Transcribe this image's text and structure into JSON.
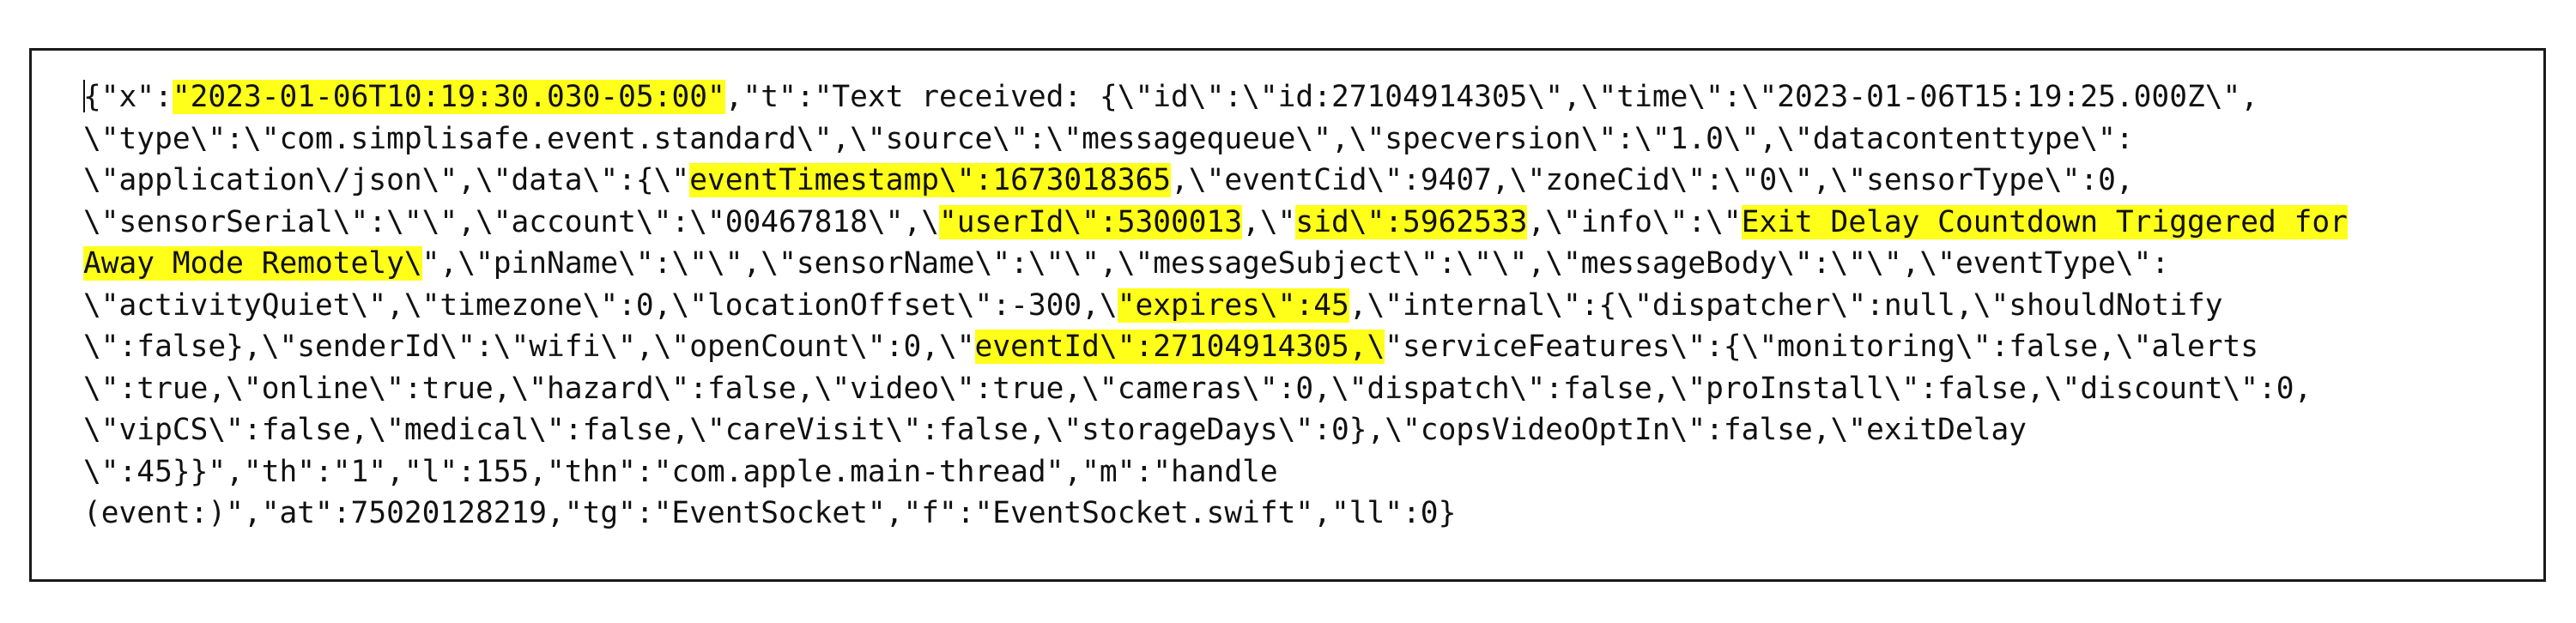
{
  "document": {
    "lines": [
      [
        {
          "text": "{\"x\":"
        },
        {
          "text": "\"2023-01-06T10:19:30.030-05:00\"",
          "highlight": true
        },
        {
          "text": ",\"t\":\"Text received: {\\\"id\\\":\\\"id:27104914305\\\",\\\"time\\\":\\\"2023-01-06T15:19:25.000Z\\\","
        }
      ],
      [
        {
          "text": "\\\"type\\\":\\\"com.simplisafe.event.standard\\\",\\\"source\\\":\\\"messagequeue\\\",\\\"specversion\\\":\\\"1.0\\\",\\\"datacontenttype\\\":"
        }
      ],
      [
        {
          "text": "\\\"application\\/json\\\",\\\"data\\\":{\\\""
        },
        {
          "text": "eventTimestamp\\\":1673018365",
          "highlight": true
        },
        {
          "text": ",\\\"eventCid\\\":9407,\\\"zoneCid\\\":\\\"0\\\",\\\"sensorType\\\":0,"
        }
      ],
      [
        {
          "text": "\\\"sensorSerial\\\":\\\"\\\",\\\"account\\\":\\\"00467818\\\",\\"
        },
        {
          "text": "\"userId\\\":5300013",
          "highlight": true
        },
        {
          "text": ",\\\""
        },
        {
          "text": "sid\\\":5962533",
          "highlight": true
        },
        {
          "text": ",\\\"info\\\":\\\""
        },
        {
          "text": "Exit Delay Countdown Triggered for",
          "highlight": true
        }
      ],
      [
        {
          "text": "Away Mode Remotely\\",
          "highlight": true
        },
        {
          "text": "\",\\\"pinName\\\":\\\"\\\",\\\"sensorName\\\":\\\"\\\",\\\"messageSubject\\\":\\\"\\\",\\\"messageBody\\\":\\\"\\\",\\\"eventType\\\":"
        }
      ],
      [
        {
          "text": "\\\"activityQuiet\\\",\\\"timezone\\\":0,\\\"locationOffset\\\":-300,\\"
        },
        {
          "text": "\"expires\\\":45",
          "highlight": true
        },
        {
          "text": ",\\\"internal\\\":{\\\"dispatcher\\\":null,\\\"shouldNotify"
        }
      ],
      [
        {
          "text": "\\\":false},\\\"senderId\\\":\\\"wifi\\\",\\\"openCount\\\":0,\\\""
        },
        {
          "text": "eventId\\\":27104914305,\\",
          "highlight": true
        },
        {
          "text": "\"serviceFeatures\\\":{\\\"monitoring\\\":false,\\\"alerts"
        }
      ],
      [
        {
          "text": "\\\":true,\\\"online\\\":true,\\\"hazard\\\":false,\\\"video\\\":true,\\\"cameras\\\":0,\\\"dispatch\\\":false,\\\"proInstall\\\":false,\\\"discount\\\":0,"
        }
      ],
      [
        {
          "text": "\\\"vipCS\\\":false,\\\"medical\\\":false,\\\"careVisit\\\":false,\\\"storageDays\\\":0},\\\"copsVideoOptIn\\\":false,\\\"exitDelay"
        }
      ],
      [
        {
          "text": "\\\":45}}\",\"th\":\"1\",\"l\":155,\"thn\":\"com.apple.main-thread\",\"m\":\"handle"
        }
      ],
      [
        {
          "text": "(event:)\",\"at\":75020128219,\"tg\":\"EventSocket\",\"f\":\"EventSocket.swift\",\"ll\":0}"
        }
      ]
    ],
    "highlight_color": "#ffff1a",
    "text_color": "#111111",
    "border_color": "#1a1a1a"
  }
}
